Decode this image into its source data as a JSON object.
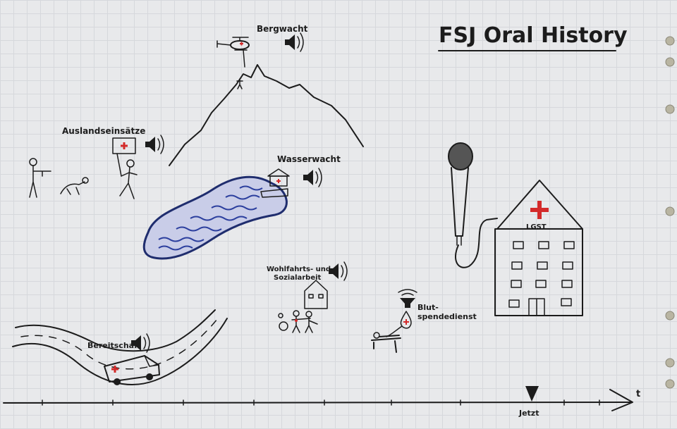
{
  "title": "FSJ Oral History",
  "topics": {
    "bergwacht": "Bergwacht",
    "auslandseinsaetze": "Auslandseinsätze",
    "wasserwacht": "Wasserwacht",
    "wohlfahrt_line1": "Wohlfahrts- und",
    "wohlfahrt_line2": "Sozialarbeit",
    "blut_line1": "Blut-",
    "blut_line2": "spendedienst",
    "bereitschaft": "Bereitschaft"
  },
  "building_label": "LGST",
  "timeline": {
    "now_label": "Jetzt",
    "axis_label": "t"
  },
  "colors": {
    "paper": "#e8e9eb",
    "ink": "#1c1c1c",
    "red_cross": "#d32a2a",
    "water": "#3a4aa0"
  }
}
